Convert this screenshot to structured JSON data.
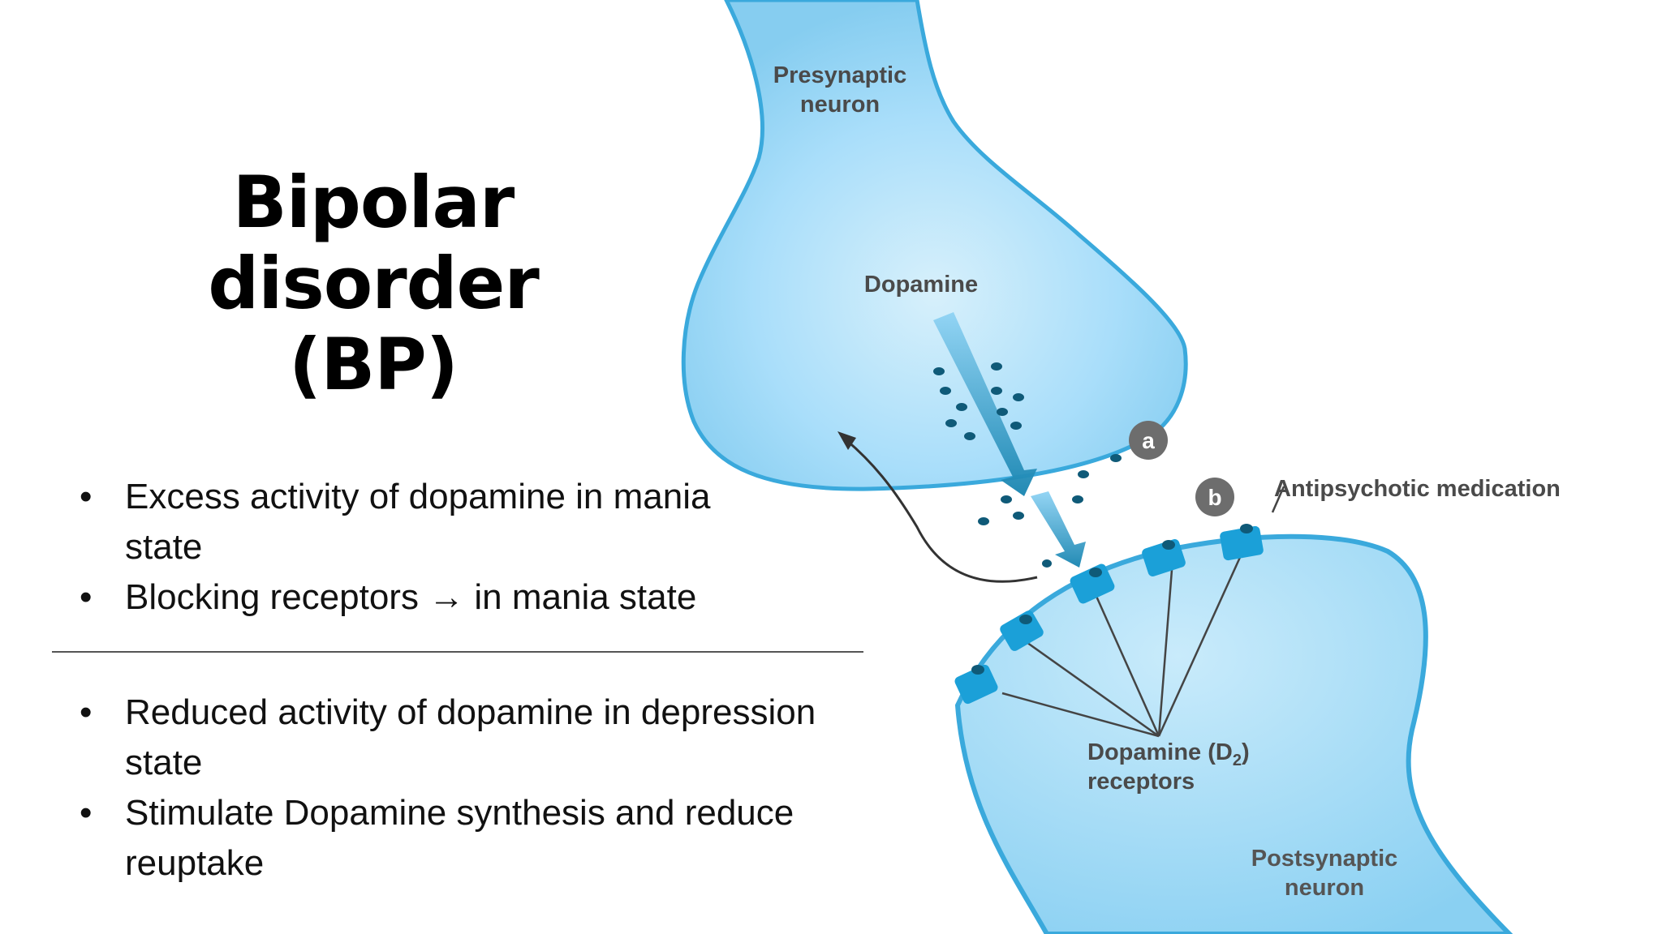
{
  "slide": {
    "title_line1": "Bipolar disorder",
    "title_line2": "(BP)",
    "mania_bullets": [
      "Excess activity of dopamine in mania state",
      "Blocking receptors → in mania state"
    ],
    "depression_bullets": [
      "Reduced activity of dopamine in depression state",
      "Stimulate Dopamine synthesis and reduce reuptake"
    ],
    "bullet_char": "•"
  },
  "diagram": {
    "presynaptic_line1": "Presynaptic",
    "presynaptic_line2": "neuron",
    "dopamine": "Dopamine",
    "marker_a": "a",
    "marker_b": "b",
    "antipsychotic": "Antipsychotic medication",
    "receptors_line1": "Dopamine (D",
    "receptors_sub": "2",
    "receptors_close": ")",
    "receptors_line2": "receptors",
    "postsynaptic_line1": "Postsynaptic",
    "postsynaptic_line2": "neuron",
    "colors": {
      "neuron_fill": "#8fd3f4",
      "neuron_edge": "#3aa9dc",
      "receptor": "#1ba0d8",
      "vesicle": "#0f5a78",
      "arrow": "#1b8fb8"
    }
  }
}
